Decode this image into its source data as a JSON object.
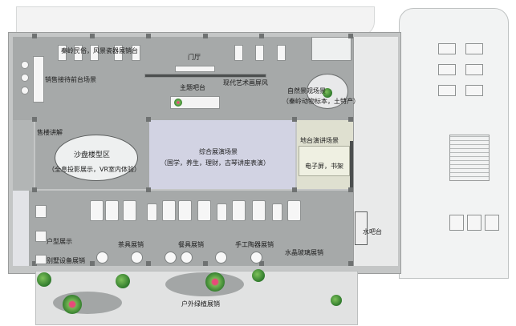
{
  "labels": {
    "gate": "门厅",
    "qinling_ceramics": "秦岭民俗，风景瓷器展销台",
    "sales_reception": "销售接待前台场景",
    "theme_bar": "主题吧台",
    "art_screen": "现代艺术画屏风",
    "nature_scene_1": "自然景观场景",
    "nature_scene_2": "（秦岭动物标本，土特产）",
    "building_tour": "售楼讲解",
    "sand_table_1": "沙盘楼型区",
    "sand_table_2": "（全息投影展示，VR室内体验）",
    "event_hall_1": "综合展演场景",
    "event_hall_2": "（国学，养生，理财，古琴讲座表演）",
    "stage_lecture": "地台演讲场景",
    "screen_books": "电子屏，书架",
    "unit_display": "户型展示",
    "villa_equipment": "别墅设备展销",
    "tea_set": "茶具展销",
    "tableware": "餐具展销",
    "pottery": "手工陶器展销",
    "crystal_glass": "水晶玻璃展销",
    "water_bar": "水吧台",
    "outdoor_plants": "户外绿植展销"
  },
  "colors": {
    "dark_zone": "#a6a9a9",
    "light_zone": "#e2e3e7",
    "lavender_zone": "#d2d3e3",
    "cream_zone": "#dfe0d0",
    "green_plant": "#2f7a2c",
    "flower": "#e84a7a"
  }
}
